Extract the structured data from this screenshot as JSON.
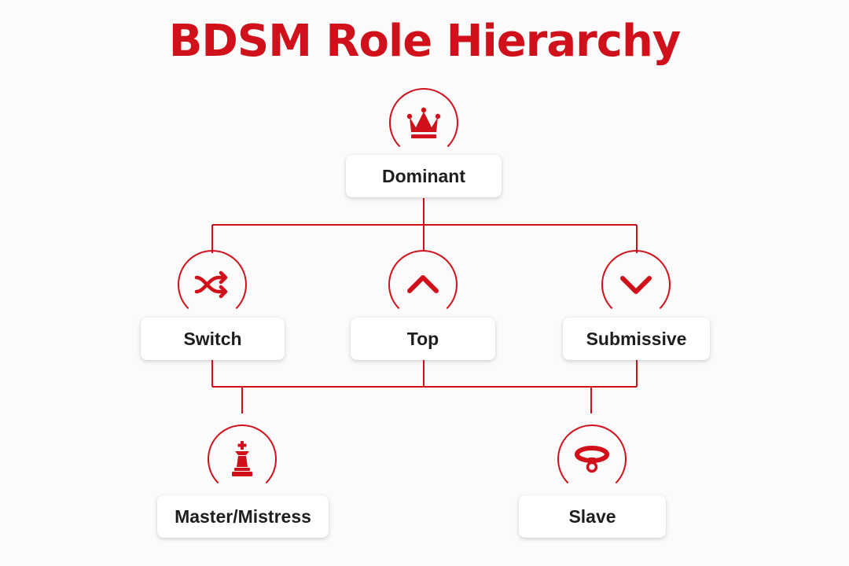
{
  "title": "BDSM Role Hierarchy",
  "colors": {
    "accent": "#d0101a",
    "text": "#1e1e1e",
    "background": "#fbfbfb",
    "box": "#ffffff"
  },
  "nodes": {
    "dominant": {
      "label": "Dominant",
      "icon": "crown-icon"
    },
    "switch": {
      "label": "Switch",
      "icon": "shuffle-icon"
    },
    "top": {
      "label": "Top",
      "icon": "chevron-up-icon"
    },
    "submissive": {
      "label": "Submissive",
      "icon": "chevron-down-icon"
    },
    "master": {
      "label": "Master/Mistress",
      "icon": "chess-king-icon"
    },
    "slave": {
      "label": "Slave",
      "icon": "collar-icon"
    }
  },
  "edges": [
    {
      "from": "dominant",
      "to": "switch"
    },
    {
      "from": "dominant",
      "to": "top"
    },
    {
      "from": "dominant",
      "to": "submissive"
    },
    {
      "from": "switch",
      "to": "master"
    },
    {
      "from": "top",
      "to": "master"
    },
    {
      "from": "submissive",
      "to": "slave"
    }
  ]
}
